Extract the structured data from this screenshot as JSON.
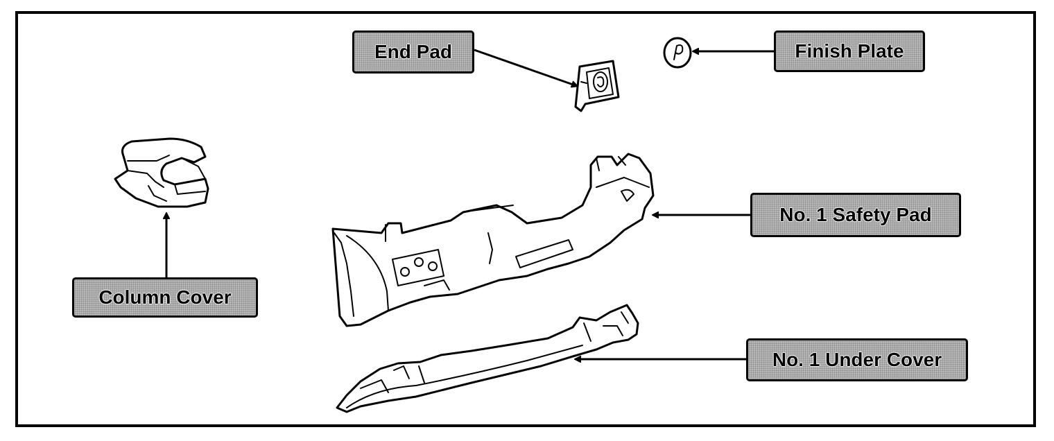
{
  "labels": {
    "end_pad": "End Pad",
    "finish_plate": "Finish Plate",
    "column_cover": "Column Cover",
    "safety_pad": "No. 1 Safety Pad",
    "under_cover": "No. 1 Under Cover"
  },
  "colors": {
    "label_fill": "#b8b8b8",
    "line": "#000000",
    "background": "#ffffff"
  }
}
